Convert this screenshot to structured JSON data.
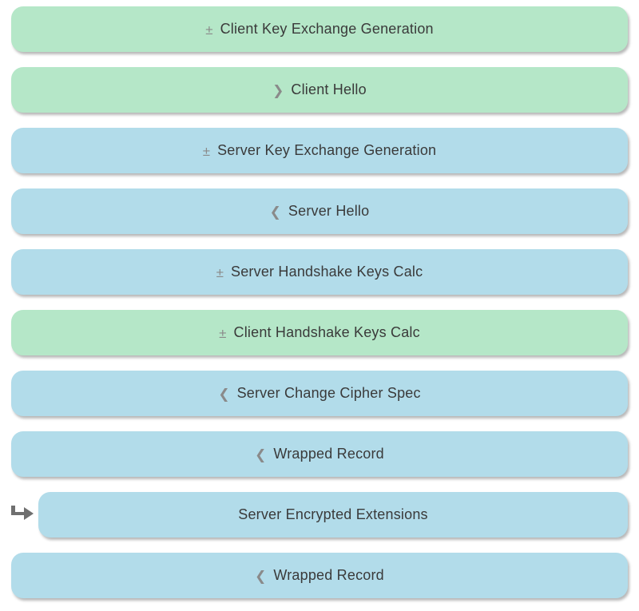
{
  "page": {
    "background": "#ffffff"
  },
  "colors": {
    "client_fill": "#b5e7c8",
    "server_fill": "#b2dcea",
    "label_text": "#3a3a3a",
    "prefix_glyph": "#8a8a8a",
    "arrow": "#6f6f6f"
  },
  "records": [
    {
      "label": "Client Key Exchange Generation",
      "party": "client",
      "prefix_glyph": "±",
      "prefix_icon": "plus-minus-icon",
      "indented": false,
      "pointer": false
    },
    {
      "label": "Client Hello",
      "party": "client",
      "prefix_glyph": "❯",
      "prefix_icon": "chevron-right-icon",
      "indented": false,
      "pointer": false
    },
    {
      "label": "Server Key Exchange Generation",
      "party": "server",
      "prefix_glyph": "±",
      "prefix_icon": "plus-minus-icon",
      "indented": false,
      "pointer": false
    },
    {
      "label": "Server Hello",
      "party": "server",
      "prefix_glyph": "❮",
      "prefix_icon": "chevron-left-icon",
      "indented": false,
      "pointer": false
    },
    {
      "label": "Server Handshake Keys Calc",
      "party": "server",
      "prefix_glyph": "±",
      "prefix_icon": "plus-minus-icon",
      "indented": false,
      "pointer": false
    },
    {
      "label": "Client Handshake Keys Calc",
      "party": "client",
      "prefix_glyph": "±",
      "prefix_icon": "plus-minus-icon",
      "indented": false,
      "pointer": false
    },
    {
      "label": "Server Change Cipher Spec",
      "party": "server",
      "prefix_glyph": "❮",
      "prefix_icon": "chevron-left-icon",
      "indented": false,
      "pointer": false
    },
    {
      "label": "Wrapped Record",
      "party": "server",
      "prefix_glyph": "❮",
      "prefix_icon": "chevron-left-icon",
      "indented": false,
      "pointer": false
    },
    {
      "label": "Server Encrypted Extensions",
      "party": "server",
      "prefix_glyph": "",
      "prefix_icon": null,
      "indented": true,
      "pointer": true
    },
    {
      "label": "Wrapped Record",
      "party": "server",
      "prefix_glyph": "❮",
      "prefix_icon": "chevron-left-icon",
      "indented": false,
      "pointer": false
    }
  ]
}
